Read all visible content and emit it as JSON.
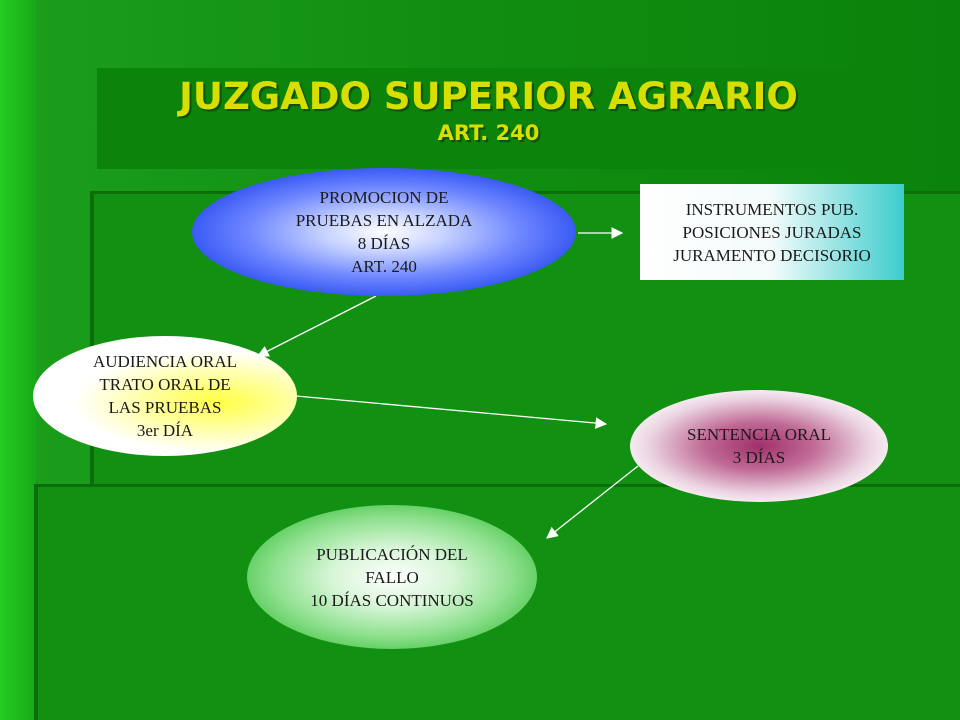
{
  "slide": {
    "title": "JUZGADO SUPERIOR AGRARIO",
    "subtitle": "ART. 240"
  },
  "nodes": {
    "promocion": {
      "text": "PROMOCION  DE\nPRUEBAS EN ALZADA\n8 DÍAS\nART. 240"
    },
    "instrumentos": {
      "text": "INSTRUMENTOS PUB.\nPOSICIONES JURADAS\nJURAMENTO DECISORIO"
    },
    "audiencia": {
      "text": "AUDIENCIA ORAL\nTRATO ORAL DE\nLAS PRUEBAS\n3er DÍA"
    },
    "sentencia": {
      "text": "SENTENCIA ORAL\n3 DÍAS"
    },
    "publicacion": {
      "text": "PUBLICACIÓN DEL\nFALLO\n10 DÍAS CONTINUOS"
    }
  },
  "colors": {
    "background": "#129012",
    "title": "#d8df00",
    "arrow": "#ffffff"
  }
}
